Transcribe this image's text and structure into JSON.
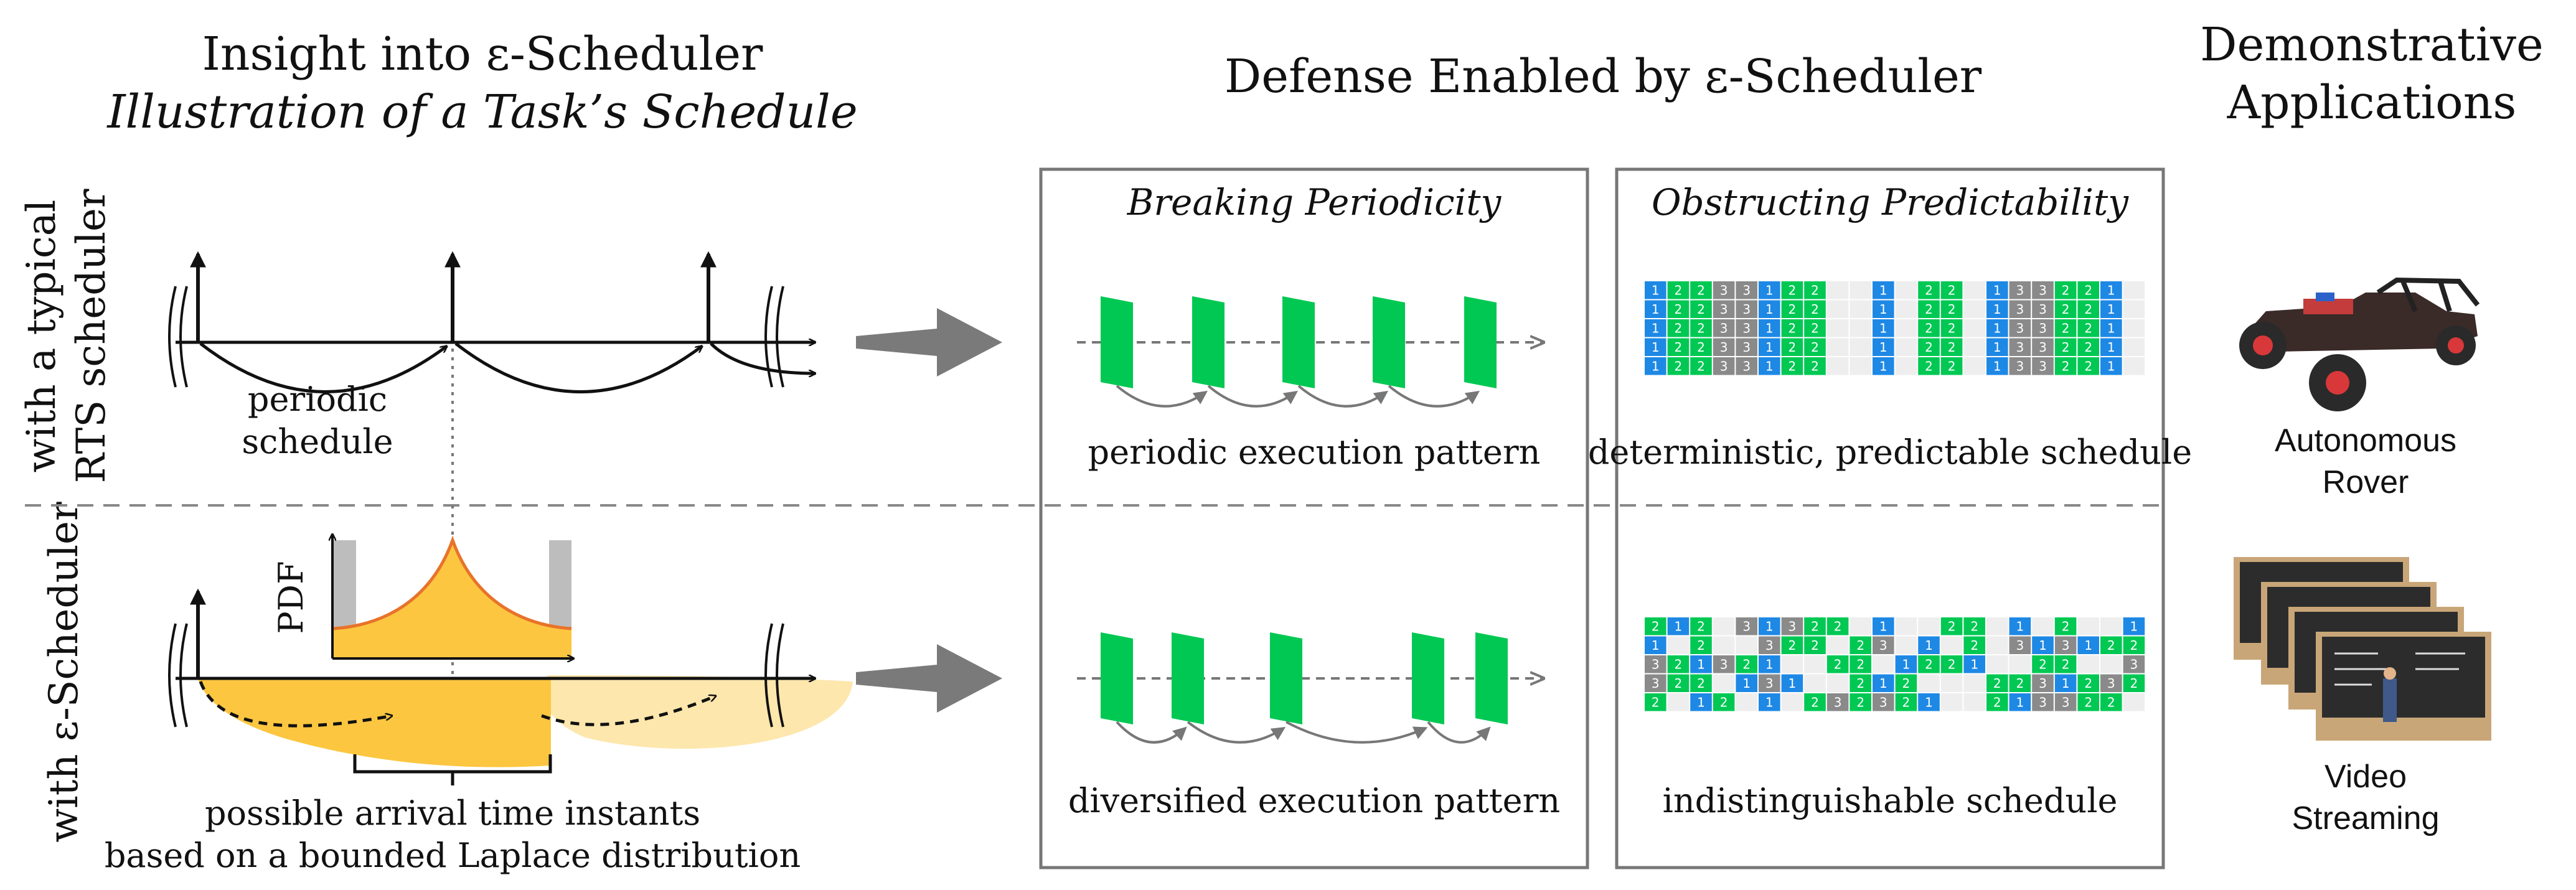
{
  "left_title": {
    "line1": "Insight into ε-Scheduler",
    "line2": "Illustration of a Task’s Schedule"
  },
  "center_title": "Defense Enabled by ε-Scheduler",
  "right_title": {
    "line1": "Demonstrative",
    "line2": "Applications"
  },
  "row_labels": {
    "top_line1": "with a typical",
    "top_line2": "RTS scheduler",
    "bottom": "with ε-Scheduler"
  },
  "left_panel": {
    "periodic_line1": "periodic",
    "periodic_line2": "schedule",
    "pdf_label": "PDF",
    "arrival_line1": "possible arrival time instants",
    "arrival_line2": "based on a bounded Laplace distribution"
  },
  "boxes": {
    "breaking": {
      "title": "Breaking Periodicity",
      "top_caption": "periodic execution pattern",
      "bottom_caption": "diversified execution pattern"
    },
    "obstructing": {
      "title": "Obstructing Predictability",
      "top_caption": "deterministic, predictable schedule",
      "bottom_caption": "indistinguishable schedule"
    }
  },
  "applications": {
    "rover_line1": "Autonomous",
    "rover_line2": "Rover",
    "video_line1": "Video",
    "video_line2": "Streaming"
  },
  "colors": {
    "green": "#00c853",
    "blue": "#1e88e5",
    "gray": "#8a8a8a",
    "empty": "#eeeeee",
    "laplace_fill": "#fcc640",
    "laplace_light": "#fde7ad",
    "laplace_edge": "#e8732a"
  },
  "grids": {
    "deterministic": [
      [
        "1",
        "2",
        "2",
        "3",
        "3",
        "1",
        "2",
        "2",
        "",
        "",
        "1",
        "",
        "2",
        "2",
        "",
        "1",
        "3",
        "3",
        "2",
        "2",
        "1",
        ""
      ],
      [
        "1",
        "2",
        "2",
        "3",
        "3",
        "1",
        "2",
        "2",
        "",
        "",
        "1",
        "",
        "2",
        "2",
        "",
        "1",
        "3",
        "3",
        "2",
        "2",
        "1",
        ""
      ],
      [
        "1",
        "2",
        "2",
        "3",
        "3",
        "1",
        "2",
        "2",
        "",
        "",
        "1",
        "",
        "2",
        "2",
        "",
        "1",
        "3",
        "3",
        "2",
        "2",
        "1",
        ""
      ],
      [
        "1",
        "2",
        "2",
        "3",
        "3",
        "1",
        "2",
        "2",
        "",
        "",
        "1",
        "",
        "2",
        "2",
        "",
        "1",
        "3",
        "3",
        "2",
        "2",
        "1",
        ""
      ],
      [
        "1",
        "2",
        "2",
        "3",
        "3",
        "1",
        "2",
        "2",
        "",
        "",
        "1",
        "",
        "2",
        "2",
        "",
        "1",
        "3",
        "3",
        "2",
        "2",
        "1",
        ""
      ]
    ],
    "indistinguishable": [
      [
        "2",
        "1",
        "2",
        "",
        "3",
        "1",
        "3",
        "2",
        "2",
        "",
        "1",
        "",
        "",
        "2",
        "2",
        "",
        "1",
        "",
        "2",
        "",
        "",
        "1"
      ],
      [
        "1",
        "",
        "2",
        "",
        "",
        "3",
        "2",
        "2",
        "",
        "2",
        "3",
        "",
        "1",
        "",
        "2",
        "",
        "3",
        "1",
        "3",
        "1",
        "2",
        "2"
      ],
      [
        "3",
        "2",
        "1",
        "3",
        "2",
        "1",
        "",
        "",
        "2",
        "2",
        "",
        "1",
        "2",
        "2",
        "1",
        "",
        "",
        "2",
        "2",
        "",
        "",
        "3"
      ],
      [
        "3",
        "2",
        "2",
        "",
        "1",
        "3",
        "1",
        "",
        "",
        "2",
        "1",
        "2",
        "",
        "",
        "",
        "2",
        "2",
        "3",
        "1",
        "2",
        "3",
        "2"
      ],
      [
        "2",
        "",
        "1",
        "2",
        "",
        "1",
        "",
        "2",
        "3",
        "2",
        "3",
        "2",
        "1",
        "",
        "",
        "2",
        "1",
        "3",
        "3",
        "2",
        "2",
        ""
      ]
    ]
  },
  "icons": {
    "big_arrows": "right-arrow-icon",
    "rover": "rover-icon",
    "video": "video-streaming-icon"
  }
}
